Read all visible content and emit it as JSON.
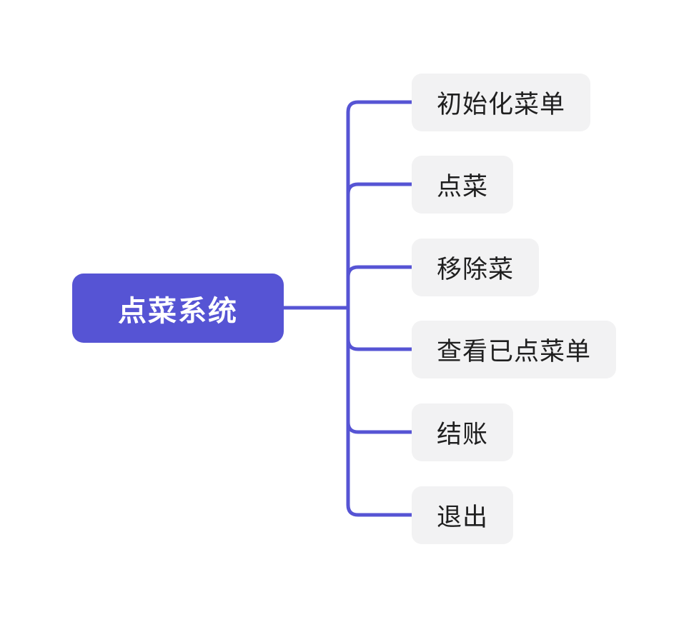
{
  "colors": {
    "background": "#ffffff",
    "branch_line": "#5654d4",
    "root_fill": "#5654d4",
    "root_text_color": "#ffffff",
    "child_fill": "#f2f2f3",
    "child_text_color": "#1f1f1f"
  },
  "mindmap": {
    "root": {
      "label": "点菜系统"
    },
    "children": [
      {
        "label": "初始化菜单"
      },
      {
        "label": "点菜"
      },
      {
        "label": "移除菜"
      },
      {
        "label": "查看已点菜单"
      },
      {
        "label": "结账"
      },
      {
        "label": "退出"
      }
    ]
  }
}
